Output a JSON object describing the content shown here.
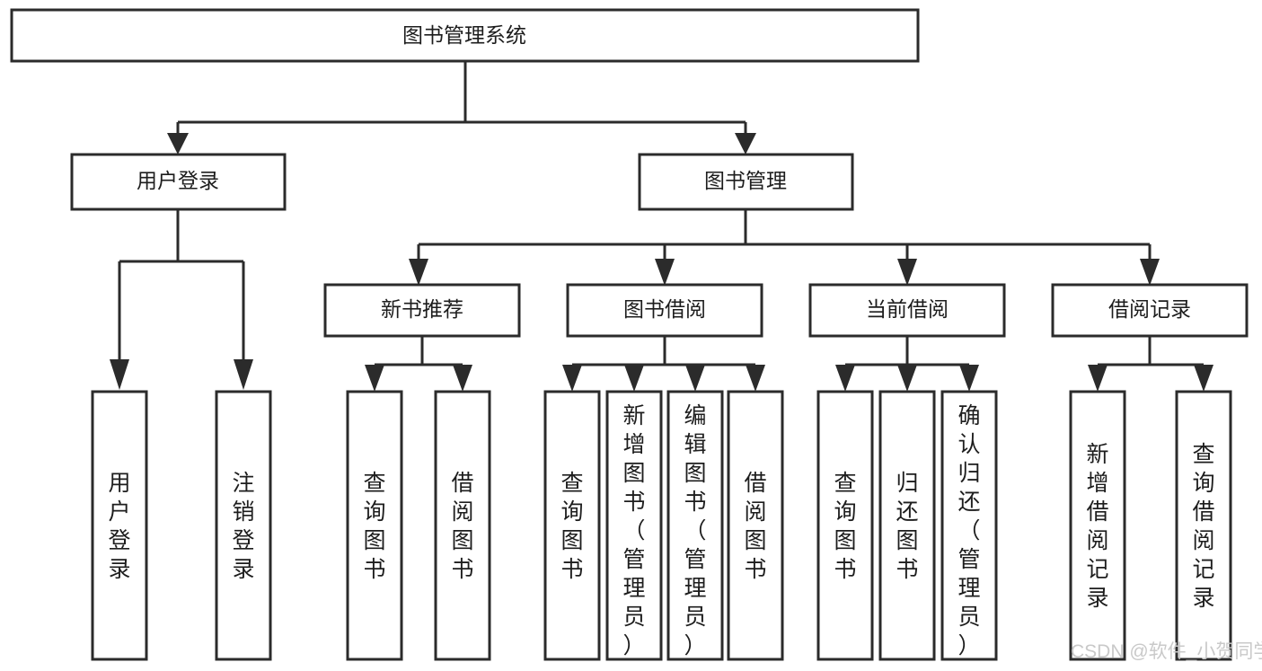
{
  "diagram": {
    "title": "图书管理系统",
    "type": "tree-hierarchy-diagram",
    "colors": {
      "background": "#ffffff",
      "box_stroke": "#2b2b2b",
      "box_fill": "#ffffff",
      "text": "#1d1d1d",
      "watermark": "#c9c9c9"
    },
    "root": {
      "label": "图书管理系统",
      "orientation": "horizontal"
    },
    "level2": [
      {
        "label": "用户登录",
        "orientation": "horizontal"
      },
      {
        "label": "图书管理",
        "orientation": "horizontal"
      }
    ],
    "level3": [
      {
        "label": "新书推荐",
        "orientation": "horizontal"
      },
      {
        "label": "图书借阅",
        "orientation": "horizontal"
      },
      {
        "label": "当前借阅",
        "orientation": "horizontal"
      },
      {
        "label": "借阅记录",
        "orientation": "horizontal"
      }
    ],
    "leaves": {
      "user_login": [
        {
          "label": "用户登录",
          "orientation": "vertical"
        },
        {
          "label": "注销登录",
          "orientation": "vertical"
        }
      ],
      "new_book_recommend": [
        {
          "label": "查询图书",
          "orientation": "vertical"
        },
        {
          "label": "借阅图书",
          "orientation": "vertical"
        }
      ],
      "book_borrow": [
        {
          "label": "查询图书",
          "orientation": "vertical"
        },
        {
          "label": "新增图书（管理员）",
          "orientation": "vertical"
        },
        {
          "label": "编辑图书（管理员）",
          "orientation": "vertical"
        },
        {
          "label": "借阅图书",
          "orientation": "vertical"
        }
      ],
      "current_borrow": [
        {
          "label": "查询图书",
          "orientation": "vertical"
        },
        {
          "label": "归还图书",
          "orientation": "vertical"
        },
        {
          "label": "确认归还（管理员）",
          "orientation": "vertical"
        }
      ],
      "borrow_record": [
        {
          "label": "新增借阅记录",
          "orientation": "vertical"
        },
        {
          "label": "查询借阅记录",
          "orientation": "vertical"
        }
      ]
    }
  },
  "watermark": {
    "text": "CSDN @软件_小贺同学"
  }
}
